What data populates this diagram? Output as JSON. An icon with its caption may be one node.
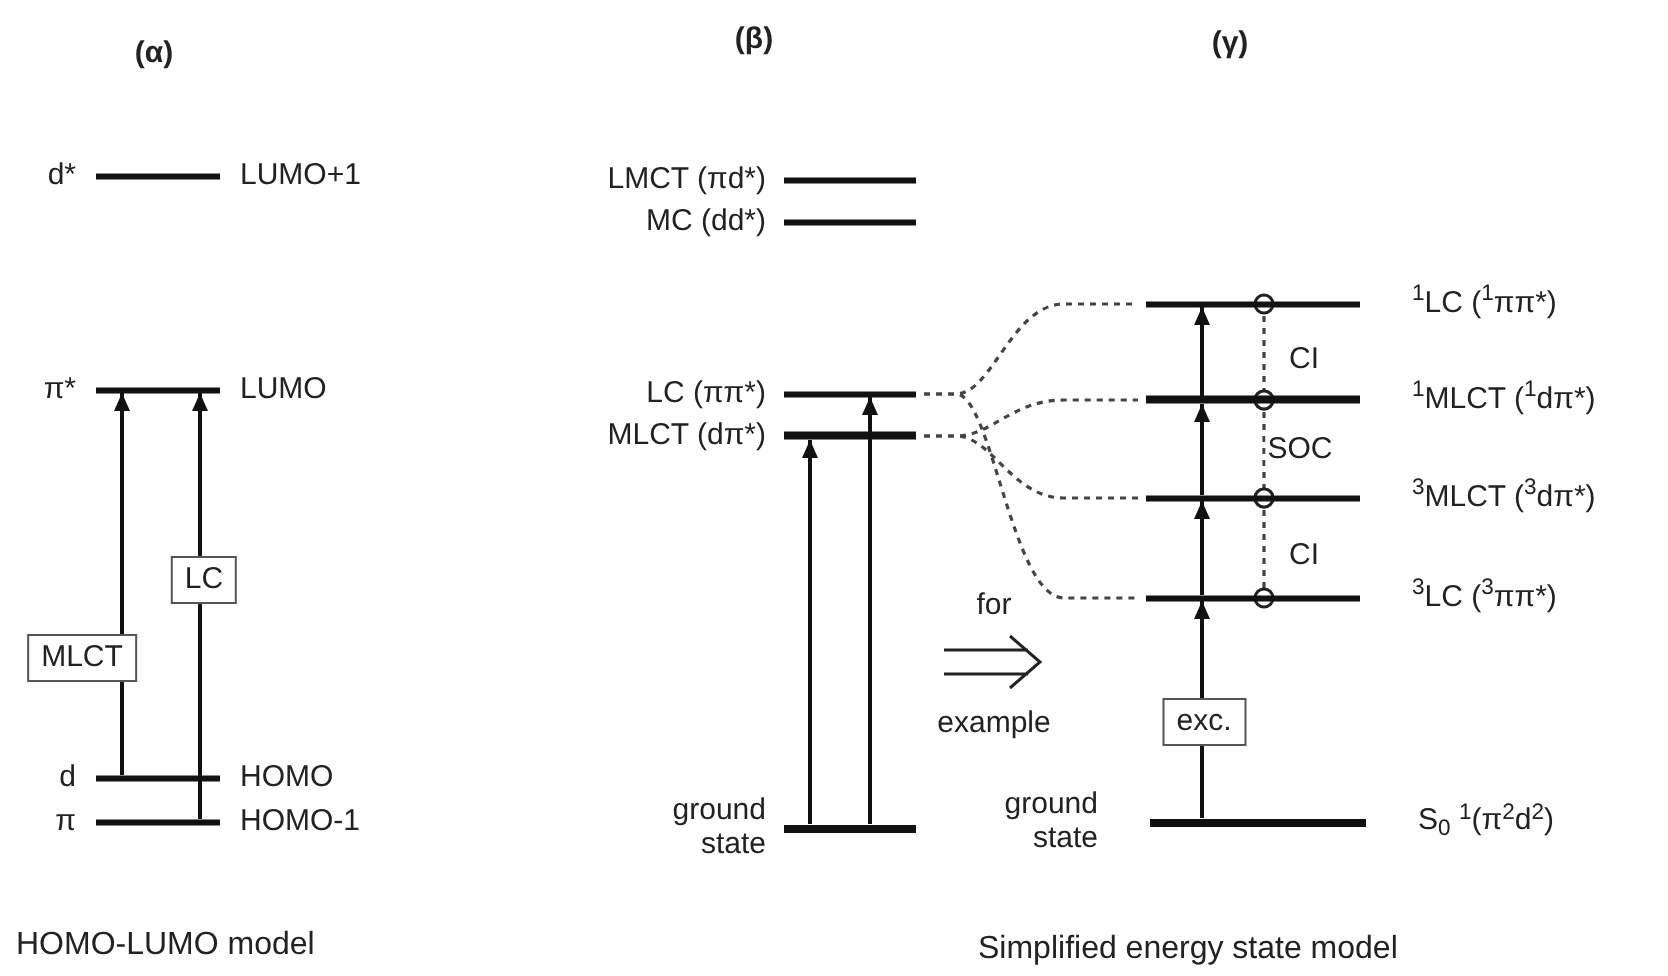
{
  "diagram": {
    "nodes": [
      {
        "text": [
          "d*",
          "LUMO+1"
        ]
      },
      {
        "text": [
          "π*",
          "LUMO"
        ]
      },
      {
        "text": [
          "d",
          "HOMO"
        ]
      },
      {
        "text": [
          "π",
          "HOMO-1"
        ]
      },
      {
        "text": [
          "LMCT (πd*)"
        ]
      },
      {
        "text": [
          "MC (dd*)"
        ]
      },
      {
        "text": [
          "LC (ππ*)"
        ]
      },
      {
        "text": [
          "MLCT (dπ*)"
        ]
      },
      {
        "text": [
          "ground state"
        ]
      },
      {
        "text": [
          "$^{1}$LC ($^{1}$ππ*)"
        ]
      },
      {
        "text": [
          "$^{1}$MLCT ($^{1}$dπ*)"
        ]
      },
      {
        "text": [
          "$^{3}$MLCT ($^{3}$dπ*)"
        ]
      },
      {
        "text": [
          "$^{3}$LC ($^{3}$ππ*)"
        ]
      },
      {
        "text": [
          "ground state",
          "S$_{0}$ $^{1}$(π$^{2}$d$^{2}$)"
        ]
      }
    ],
    "edges": [
      {
        "from": 2,
        "to": 1,
        "arrow": "to",
        "label": "MLCT"
      },
      {
        "from": 3,
        "to": 1,
        "arrow": "to",
        "label": "LC"
      },
      {
        "from": 8,
        "to": 7,
        "arrow": "to"
      },
      {
        "from": 8,
        "to": 6,
        "arrow": "to"
      },
      {
        "from": 6,
        "to": 9,
        "arrow": "none",
        "style": "dashed"
      },
      {
        "from": 7,
        "to": 10,
        "arrow": "none",
        "style": "dashed"
      },
      {
        "from": 7,
        "to": 11,
        "arrow": "none",
        "style": "dashed"
      },
      {
        "from": 6,
        "to": 12,
        "arrow": "none",
        "style": "dashed"
      },
      {
        "from": 13,
        "to": 12,
        "arrow": "to",
        "label": "exc."
      },
      {
        "from": 12,
        "to": 11,
        "arrow": "to"
      },
      {
        "from": 11,
        "to": 10,
        "arrow": "to"
      },
      {
        "from": 10,
        "to": 9,
        "arrow": "to"
      },
      {
        "from": 9,
        "to": 10,
        "arrow": "other",
        "style": "dashed",
        "label": "CI"
      },
      {
        "from": 10,
        "to": 11,
        "arrow": "other",
        "style": "dashed",
        "label": "SOC"
      },
      {
        "from": 11,
        "to": 12,
        "arrow": "other",
        "style": "dashed",
        "label": "CI"
      }
    ],
    "labels": [
      "(α)",
      "(β)",
      "(γ)",
      "for",
      "example",
      "HOMO-LUMO model",
      "Simplified energy state model"
    ]
  }
}
